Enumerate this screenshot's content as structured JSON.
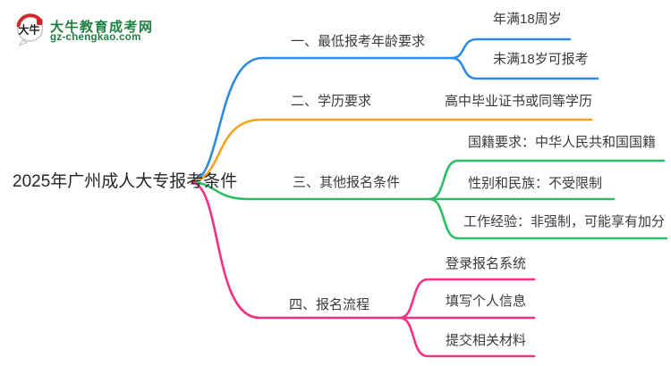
{
  "colors": {
    "branch_age": "#2E8BE5",
    "branch_education": "#F9A11B",
    "branch_other": "#2BBE67",
    "branch_process": "#F5317F",
    "logo_green": "#1E8040",
    "logo_seal_red": "#C9252C",
    "node_text": "#3A3A3A"
  },
  "logo": {
    "icon": "dani-speech-bubble-seal",
    "icon_text": "大牛",
    "site_name": "大牛教育成考网",
    "site_domain": "gz-chengkao.com"
  },
  "mindmap": {
    "root": {
      "label": "2025年广州成人大专报考条件"
    },
    "branches": [
      {
        "label": "一、最低报考年龄要求",
        "children": [
          {
            "label": "年满18周岁"
          },
          {
            "label": "未满18岁可报考"
          }
        ]
      },
      {
        "label": "二、学历要求",
        "children": [
          {
            "label": "高中毕业证书或同等学历"
          }
        ]
      },
      {
        "label": "三、其他报名条件",
        "children": [
          {
            "label": "国籍要求：中华人民共和国国籍"
          },
          {
            "label": "性别和民族：不受限制"
          },
          {
            "label": "工作经验：非强制，可能享有加分"
          }
        ]
      },
      {
        "label": "四、报名流程",
        "children": [
          {
            "label": "登录报名系统"
          },
          {
            "label": "填写个人信息"
          },
          {
            "label": "提交相关材料"
          }
        ]
      }
    ]
  }
}
